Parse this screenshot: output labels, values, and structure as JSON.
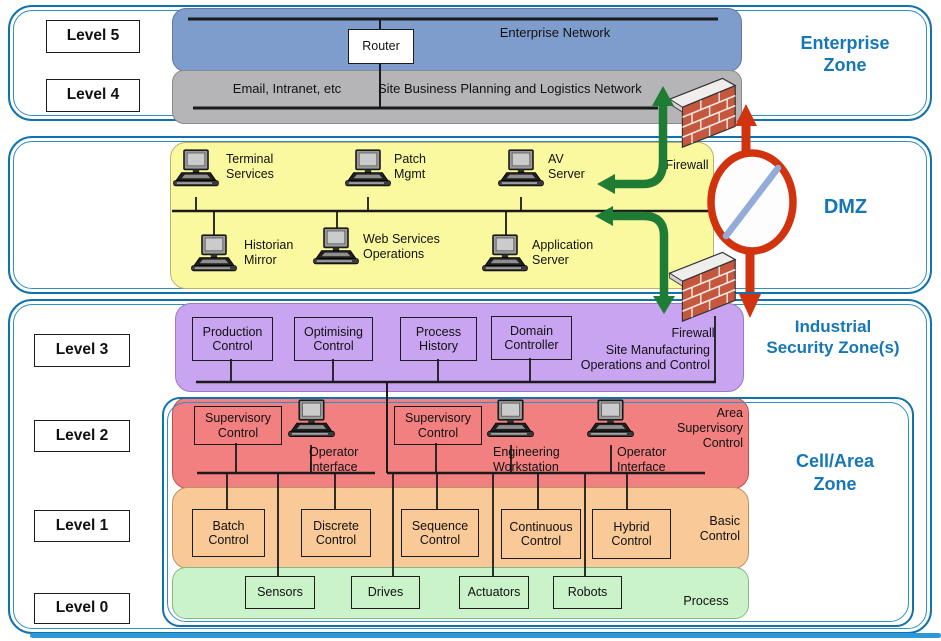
{
  "colors": {
    "zone_border": "#1272ae",
    "zone_label_text": "#1577b5",
    "enterprise_band": "#7e9dcd",
    "logistics_band": "#b5b5b8",
    "dmz_band": "#fbf9a0",
    "level3_band": "#c9a4f1",
    "level2_band": "#f28080",
    "level1_band": "#f9c997",
    "level0_band": "#caf3c9",
    "arrow_green": "#1e7c35",
    "arrow_red": "#d2330f",
    "circle_slash_blue": "#93abd9",
    "brick_red": "#c4573d"
  },
  "levels": {
    "l5": "Level 5",
    "l4": "Level 4",
    "l3": "Level 3",
    "l2": "Level 2",
    "l1": "Level 1",
    "l0": "Level 0"
  },
  "zones": {
    "enterprise": "Enterprise\nZone",
    "dmz": "DMZ",
    "industrial": "Industrial\nSecurity Zone(s)",
    "cell_area": "Cell/Area\nZone"
  },
  "enterprise": {
    "network": "Enterprise Network",
    "router": "Router",
    "email": "Email, Intranet, etc",
    "site_business": "Site Business Planning and Logistics Network",
    "firewall": "Firewall"
  },
  "dmz": {
    "terminal": "Terminal\nServices",
    "patch": "Patch\nMgmt",
    "av": "AV\nServer",
    "historian": "Historian\nMirror",
    "web": "Web Services\nOperations",
    "application": "Application\nServer"
  },
  "level3": {
    "production": "Production\nControl",
    "optimising": "Optimising\nControl",
    "process_history": "Process\nHistory",
    "domain": "Domain\nController",
    "site": "Site Manufacturing\nOperations and Control",
    "firewall": "Firewall"
  },
  "level2": {
    "supervisory": "Supervisory\nControl",
    "operator": "Operator\nInterface",
    "engineering": "Engineering\nWorkstation",
    "area": "Area\nSupervisory\nControl"
  },
  "level1": {
    "batch": "Batch\nControl",
    "discrete": "Discrete\nControl",
    "sequence": "Sequence\nControl",
    "continuous": "Continuous\nControl",
    "hybrid": "Hybrid\nControl",
    "basic": "Basic\nControl"
  },
  "level0": {
    "sensors": "Sensors",
    "drives": "Drives",
    "actuators": "Actuators",
    "robots": "Robots",
    "process": "Process"
  }
}
